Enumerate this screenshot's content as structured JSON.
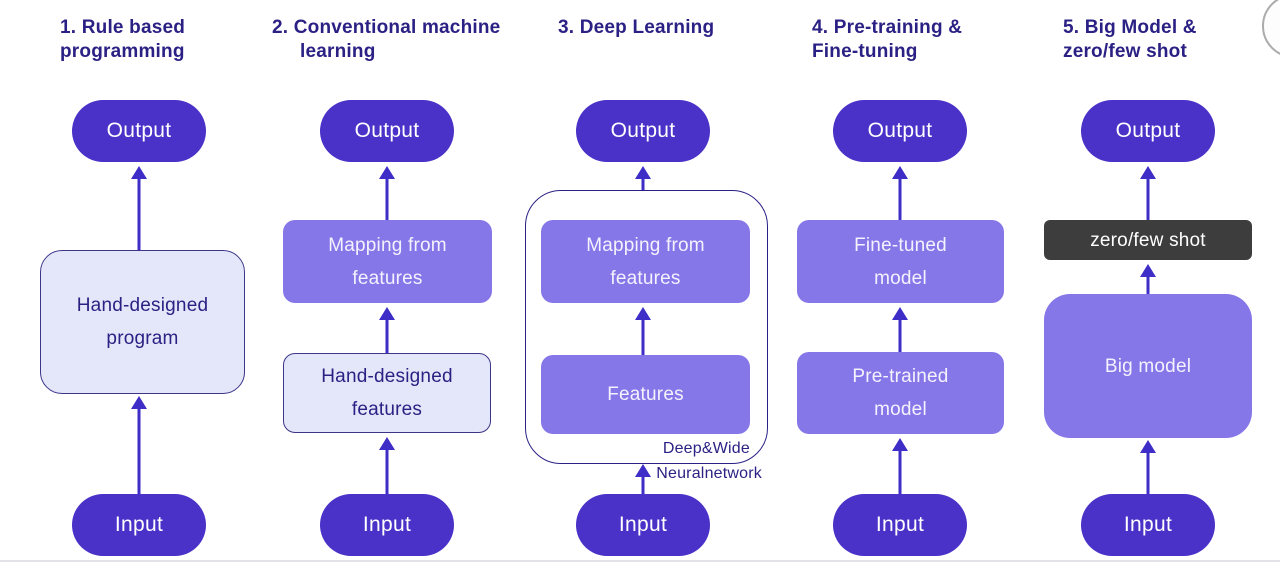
{
  "colors": {
    "pill": "#4a32c9",
    "purple_box": "#8677e9",
    "light_box_bg": "#e4e6f9",
    "light_box_border": "#3c3588",
    "dark_box": "#3d3d3d",
    "arrow": "#3e2dc6",
    "title_text": "#2b2184",
    "divider": "#e2e2e8"
  },
  "columns": [
    {
      "title_lines": [
        "1. Rule based",
        "programming"
      ],
      "output_label": "Output",
      "input_label": "Input",
      "box": {
        "lines": [
          "Hand-designed",
          "program"
        ]
      }
    },
    {
      "title_lines": [
        "2. Conventional machine",
        "learning"
      ],
      "output_label": "Output",
      "input_label": "Input",
      "box_top": {
        "lines": [
          "Mapping from",
          "features"
        ]
      },
      "box_bottom": {
        "lines": [
          "Hand-designed",
          "features"
        ]
      }
    },
    {
      "title_lines": [
        "3. Deep Learning"
      ],
      "output_label": "Output",
      "input_label": "Input",
      "box_top": {
        "lines": [
          "Mapping from",
          "features"
        ]
      },
      "box_bottom": {
        "lines": [
          "Features"
        ]
      },
      "container_label": "Deep&Wide",
      "container_sublabel": "Neuralnetwork"
    },
    {
      "title_lines": [
        "4. Pre-training &",
        "Fine-tuning"
      ],
      "output_label": "Output",
      "input_label": "Input",
      "box_top": {
        "lines": [
          "Fine-tuned",
          "model"
        ]
      },
      "box_bottom": {
        "lines": [
          "Pre-trained",
          "model"
        ]
      }
    },
    {
      "title_lines": [
        "5. Big Model &",
        "zero/few shot"
      ],
      "output_label": "Output",
      "input_label": "Input",
      "box_top": {
        "lines": [
          "zero/few shot"
        ]
      },
      "box_bottom": {
        "lines": [
          "Big model"
        ]
      }
    }
  ]
}
